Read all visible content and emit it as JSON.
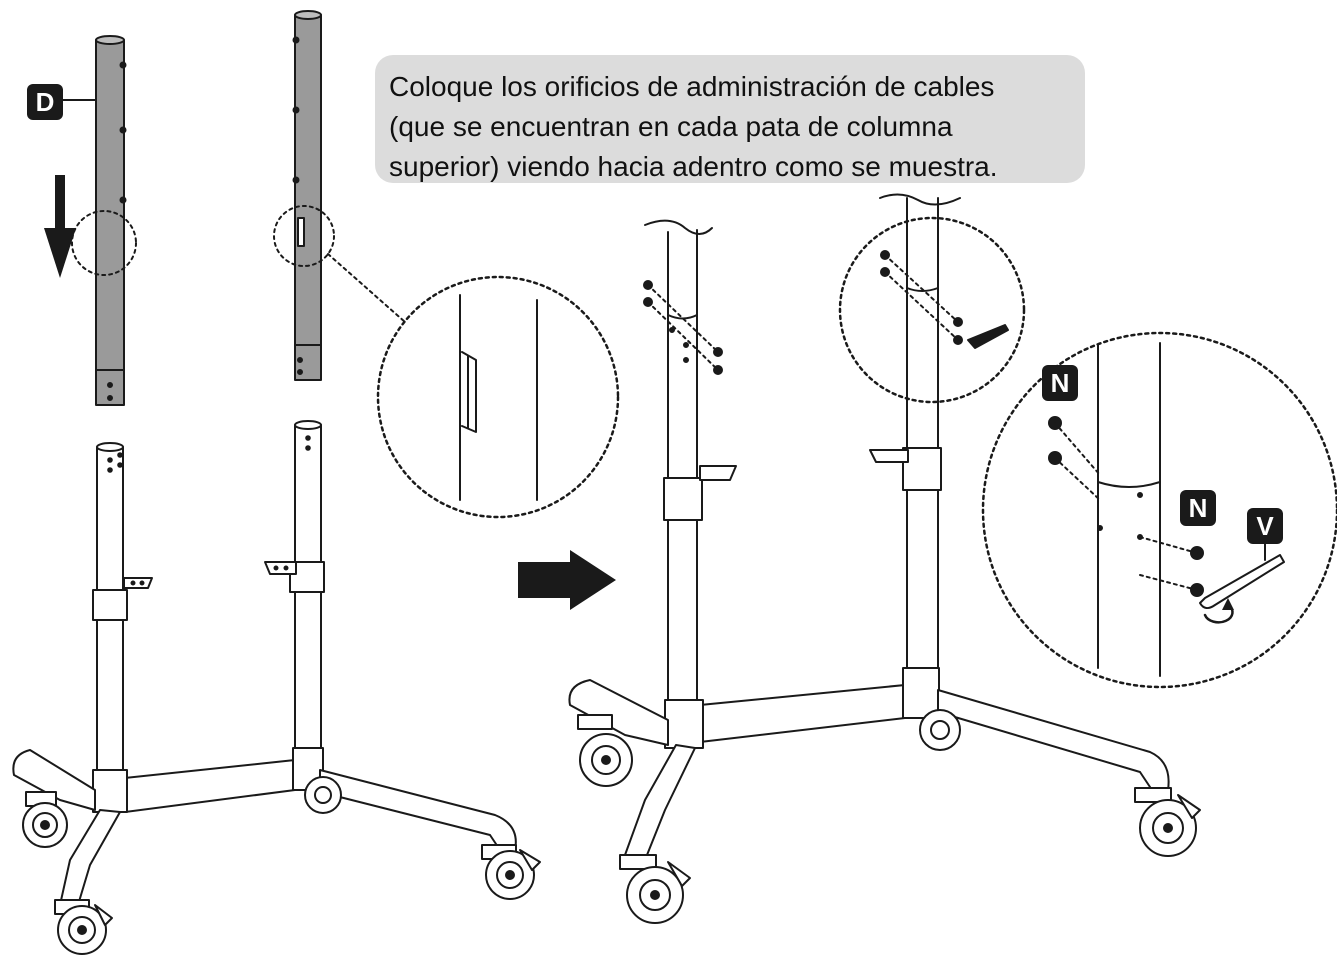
{
  "instruction": {
    "lines": [
      "Coloque los orificios de administración de cables",
      "(que se encuentran en cada pata de columna",
      "superior) viendo hacia adentro como se muestra."
    ]
  },
  "labels": {
    "upper_column": "D",
    "nut_1": "N",
    "nut_2": "N",
    "wrench": "V"
  },
  "icons": [
    "down-arrow-icon",
    "right-arrow-icon",
    "rotate-clockwise-icon",
    "allen-key-icon"
  ],
  "colors": {
    "callout_bg": "#dcdcdc",
    "upper_column_fill": "#9a9a9a",
    "label_bg": "#1a1a1a",
    "line": "#1a1a1a"
  }
}
